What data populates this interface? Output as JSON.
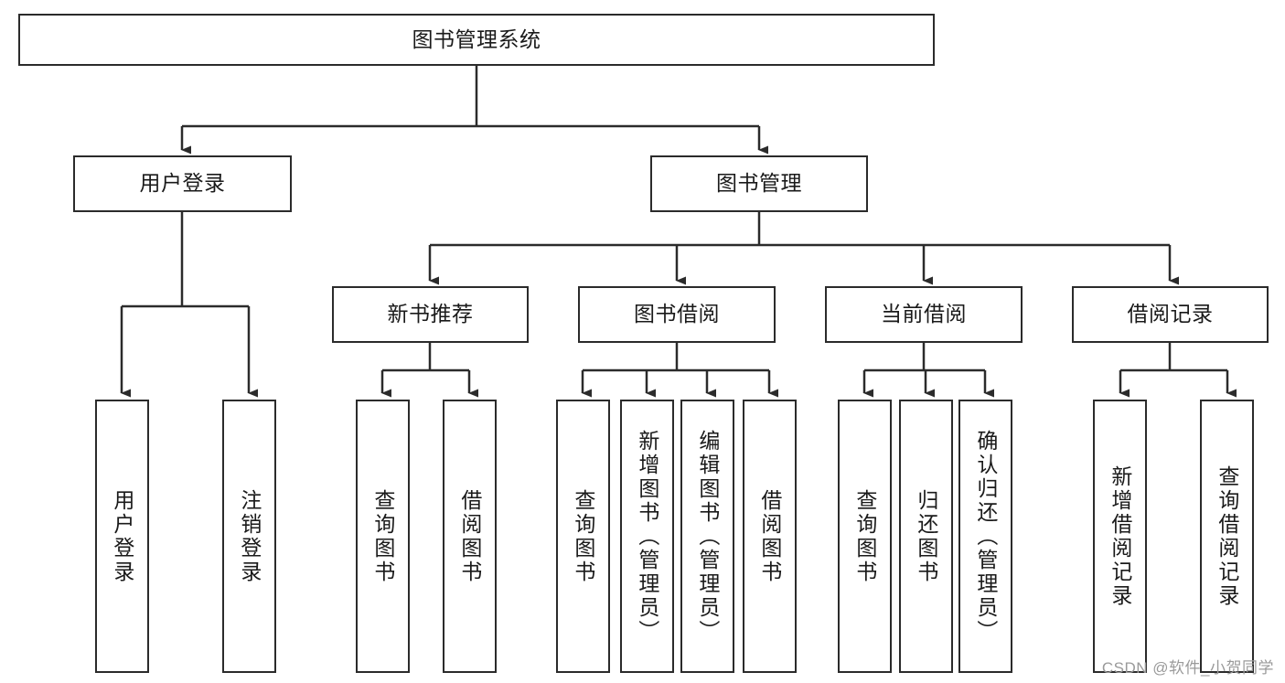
{
  "diagram": {
    "title": "图书管理系统",
    "type": "tree-hierarchy-chart",
    "line_color": "#2b2b2b",
    "box_fill": "#ffffff",
    "text_color": "#1a1a1a"
  },
  "root": {
    "label": "图书管理系统"
  },
  "level2": {
    "user_login": "用户登录",
    "book_manage": "图书管理"
  },
  "level3": {
    "new_book_rec": "新书推荐",
    "book_borrow": "图书借阅",
    "current_borrow": "当前借阅",
    "borrow_record": "借阅记录"
  },
  "leaves": {
    "user_login_1": "用户登录",
    "user_login_2": "注销登录",
    "new_book_1": "查询图书",
    "new_book_2": "借阅图书",
    "borrow_1": "查询图书",
    "borrow_2": "新增图书（管理员）",
    "borrow_3": "编辑图书（管理员）",
    "borrow_4": "借阅图书",
    "current_1": "查询图书",
    "current_2": "归还图书",
    "current_3": "确认归还（管理员）",
    "record_1": "新增借阅记录",
    "record_2": "查询借阅记录"
  },
  "watermark": {
    "text": "CSDN @软件_小贺同学"
  }
}
